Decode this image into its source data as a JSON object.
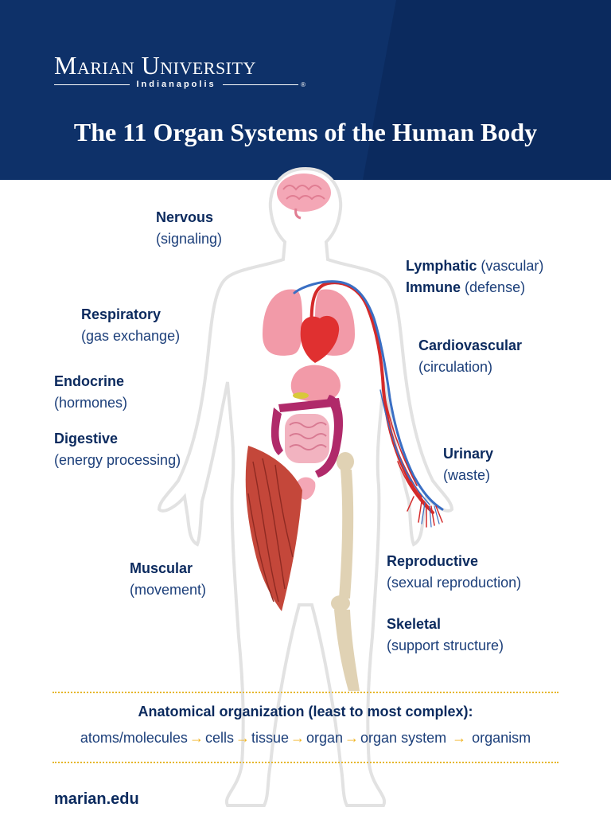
{
  "header": {
    "brand_name": "Marian University",
    "brand_sub": "Indianapolis",
    "registered_mark": "®",
    "title": "The 11 Organ Systems of the Human Body"
  },
  "systems": [
    {
      "name": "Nervous",
      "desc": "(signaling)"
    },
    {
      "name": "Respiratory",
      "desc": "(gas exchange)"
    },
    {
      "name": "Endocrine",
      "desc": "(hormones)"
    },
    {
      "name": "Digestive",
      "desc": "(energy processing)"
    },
    {
      "name": "Muscular",
      "desc": "(movement)"
    },
    {
      "name": "Lymphatic",
      "desc": "(vascular)"
    },
    {
      "name": "Immune",
      "desc": "(defense)"
    },
    {
      "name": "Cardiovascular",
      "desc": "(circulation)"
    },
    {
      "name": "Urinary",
      "desc": "(waste)"
    },
    {
      "name": "Reproductive",
      "desc": "(sexual reproduction)"
    },
    {
      "name": "Skeletal",
      "desc": "(support structure)"
    }
  ],
  "organization": {
    "title": "Anatomical organization (least to most complex):",
    "steps": [
      "atoms/molecules",
      "cells",
      "tissue",
      "organ",
      "organ system",
      "organism"
    ]
  },
  "footer": {
    "url": "marian.edu"
  },
  "colors": {
    "navy": "#0b2a5e",
    "accent_gold": "#f0b21c",
    "heart_red": "#e03030",
    "lung_pink": "#f29aa8",
    "intestine_magenta": "#b02a6a",
    "muscle_red": "#c4473a",
    "bone_beige": "#e0d2b4",
    "vein_blue": "#3a6fc4"
  }
}
